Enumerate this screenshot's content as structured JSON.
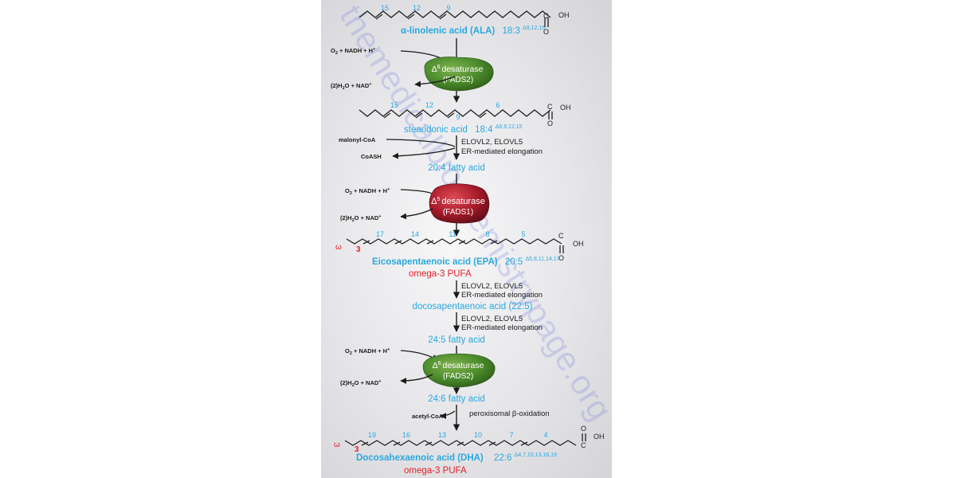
{
  "colors": {
    "blue": "#29a8e0",
    "red": "#e21f26",
    "green_enzyme": "#4e8a2d",
    "red_enzyme": "#b01f2d",
    "black": "#1a1a1a"
  },
  "watermark": "themedicalbiochemistrypage.org",
  "molecules": {
    "ala": {
      "numbers": [
        "15",
        "12",
        "9"
      ],
      "name": "α-linolenic acid (ALA)",
      "formula": "18:3",
      "superscript": "Δ9,12,15",
      "cooh": {
        "c": "C",
        "oh": "OH",
        "o": "O"
      }
    },
    "sda": {
      "numbers": [
        "15",
        "12",
        "9",
        "6"
      ],
      "name": "stearidonic acid",
      "formula": "18:4",
      "superscript": "Δ6,9,12,15",
      "cooh": {
        "c": "C",
        "oh": "OH",
        "o": "O"
      }
    },
    "fa204": {
      "name": "20:4 fatty acid"
    },
    "epa": {
      "omega": "ω",
      "omega_num": "3",
      "numbers": [
        "17",
        "14",
        "11",
        "8",
        "5"
      ],
      "name": "Eicosapentaenoic acid (EPA)",
      "formula": "20:5",
      "superscript": "Δ5,8,11,14,17",
      "pufa": "omega-3 PUFA",
      "cooh": {
        "c": "C",
        "oh": "OH",
        "o": "O"
      }
    },
    "dpa": {
      "name": "docosapentaenoic acid (22:5)"
    },
    "fa245": {
      "name": "24:5 fatty acid"
    },
    "fa246": {
      "name": "24:6 fatty acid"
    },
    "dha": {
      "omega": "ω",
      "omega_num": "3",
      "numbers": [
        "19",
        "16",
        "13",
        "10",
        "7",
        "4"
      ],
      "name": "Docosahexaenoic acid (DHA)",
      "formula": "22:6",
      "superscript": "Δ4,7,10,13,16,19",
      "pufa": "omega-3 PUFA",
      "cooh": {
        "c": "C",
        "oh": "OH",
        "o": "O"
      }
    }
  },
  "enzymes": {
    "d6_first": {
      "delta": "Δ",
      "sup": "6",
      "label": "desaturase",
      "gene": "(FADS2)"
    },
    "d5": {
      "delta": "Δ",
      "sup": "5",
      "label": "desaturase",
      "gene": "(FADS1)"
    },
    "d6_second": {
      "delta": "Δ",
      "sup": "6",
      "label": "desaturase",
      "gene": "(FADS2)"
    }
  },
  "cofactors": {
    "o2_in_1": {
      "main": "O",
      "sub": "2",
      "rest": " + NADH + H",
      "sup": "+"
    },
    "h2o_out_1": {
      "main": "(2)H",
      "sub": "2",
      "rest": "O + NAD",
      "sup": "+"
    },
    "malonyl": "malonyl-CoA",
    "coash": "CoASH",
    "o2_in_2": {
      "main": "O",
      "sub": "2",
      "rest": " + NADH + H",
      "sup": "+"
    },
    "h2o_out_2": {
      "main": "(2)H",
      "sub": "2",
      "rest": "O + NAD",
      "sup": "+"
    },
    "o2_in_3": {
      "main": "O",
      "sub": "2",
      "rest": " + NADH + H",
      "sup": "+"
    },
    "h2o_out_3": {
      "main": "(2)H",
      "sub": "2",
      "rest": "O + NAD",
      "sup": "+"
    },
    "acetyl": "acetyl-CoA"
  },
  "steps": {
    "elong1": {
      "l1": "ELOVL2, ELOVL5",
      "l2": "ER-mediated elongation"
    },
    "elong2": {
      "l1": "ELOVL2, ELOVL5",
      "l2": "ER-mediated elongation"
    },
    "elong3": {
      "l1": "ELOVL2, ELOVL5",
      "l2": "ER-mediated elongation"
    },
    "beta_ox": {
      "l1": "peroxisomal β-oxidation"
    }
  }
}
